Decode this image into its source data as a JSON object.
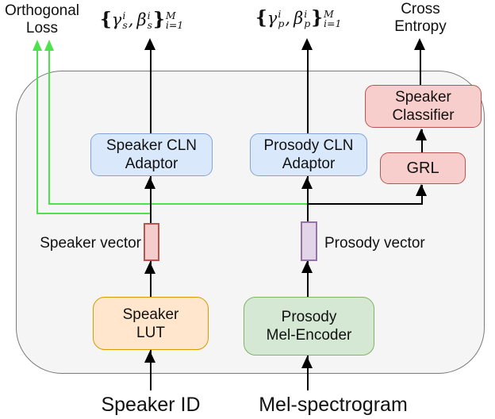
{
  "outputs": {
    "orthogonal_loss": {
      "line1": "Orthogonal",
      "line2": "Loss"
    },
    "cross_entropy": {
      "line1": "Cross",
      "line2": "Entropy"
    }
  },
  "math": {
    "speaker": {
      "open": "{",
      "gamma": "γ",
      "gamma_sup": "i",
      "gamma_sub": "s",
      "comma": ",",
      "beta": "β",
      "beta_sup": "i",
      "beta_sub": "s",
      "close": "}",
      "outer_sup": "M",
      "outer_sub": "i=1"
    },
    "prosody": {
      "open": "{",
      "gamma": "γ",
      "gamma_sup": "i",
      "gamma_sub": "p",
      "comma": ",",
      "beta": "β",
      "beta_sup": "i",
      "beta_sub": "p",
      "close": "}",
      "outer_sup": "M",
      "outer_sub": "i=1"
    }
  },
  "boxes": {
    "speaker_cln": {
      "line1": "Speaker CLN",
      "line2": "Adaptor"
    },
    "prosody_cln": {
      "line1": "Prosody CLN",
      "line2": "Adaptor"
    },
    "speaker_classifier": {
      "line1": "Speaker",
      "line2": "Classifier"
    },
    "grl": {
      "label": "GRL"
    },
    "speaker_lut": {
      "line1": "Speaker",
      "line2": "LUT"
    },
    "prosody_mel_encoder": {
      "line1": "Prosody",
      "line2": "Mel-Encoder"
    }
  },
  "vector_labels": {
    "speaker": "Speaker vector",
    "prosody": "Prosody vector"
  },
  "inputs": {
    "speaker_id": "Speaker ID",
    "mel_spectrogram": "Mel-spectrogram"
  },
  "colors": {
    "container_fill": "#f5f5f5",
    "container_stroke": "#7a7a7a",
    "blue_fill": "#dae8fc",
    "blue_stroke": "#84a3d6",
    "red_fill": "#f8cecc",
    "red_stroke": "#b85450",
    "orange_fill": "#ffe6cc",
    "orange_stroke": "#d79b00",
    "green_fill": "#d5e8d4",
    "green_stroke": "#82b366",
    "purple_fill": "#e1d5e7",
    "purple_stroke": "#9673a6",
    "green_arrow": "#4ce24c",
    "black_line": "#000000"
  }
}
